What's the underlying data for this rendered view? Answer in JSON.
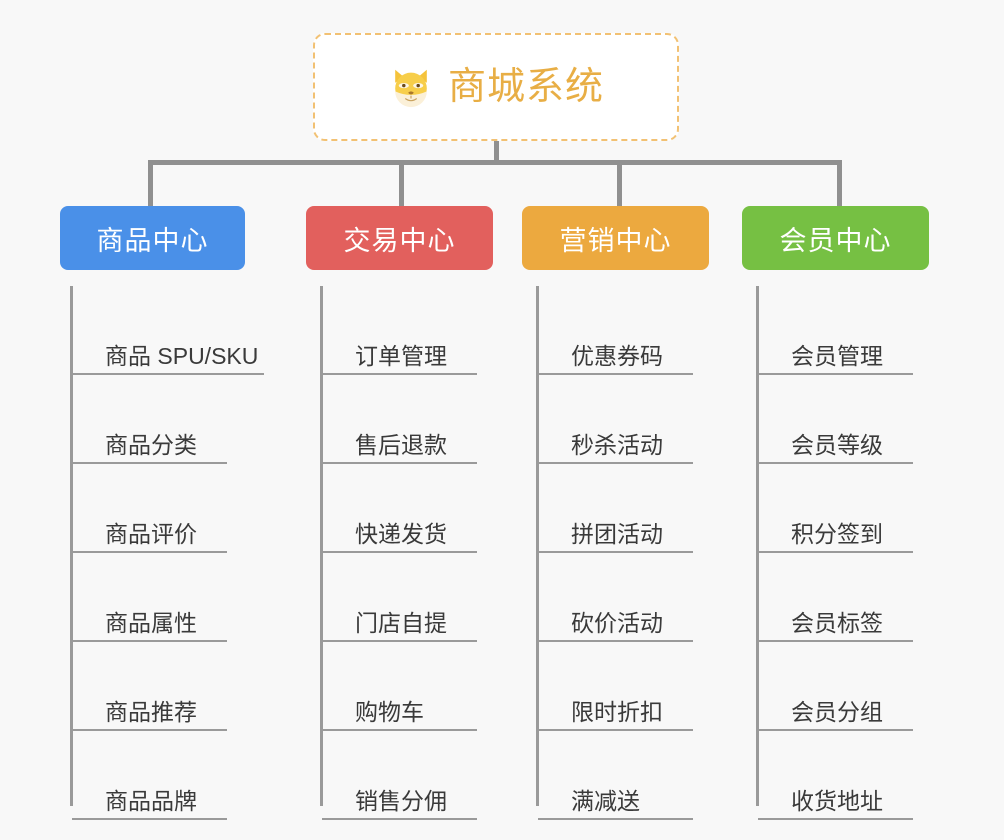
{
  "page": {
    "background_color": "#f8f8f8",
    "title": "商城系统"
  },
  "root": {
    "icon": "shiba-dog-face-icon",
    "title": "商城系统",
    "title_color": "#e8ae45",
    "border_color": "#f2c173",
    "background_color": "#ffffff"
  },
  "connector": {
    "color": "#909090"
  },
  "columns": [
    {
      "header": "商品中心",
      "color": "#4a90e8",
      "items": [
        "商品 SPU/SKU",
        "商品分类",
        "商品评价",
        "商品属性",
        "商品推荐",
        "商品品牌"
      ]
    },
    {
      "header": "交易中心",
      "color": "#e2605d",
      "items": [
        "订单管理",
        "售后退款",
        "快递发货",
        "门店自提",
        "购物车",
        "销售分佣"
      ]
    },
    {
      "header": "营销中心",
      "color": "#eca93f",
      "items": [
        "优惠券码",
        "秒杀活动",
        "拼团活动",
        "砍价活动",
        "限时折扣",
        "满减送"
      ]
    },
    {
      "header": "会员中心",
      "color": "#76c043",
      "items": [
        "会员管理",
        "会员等级",
        "积分签到",
        "会员标签",
        "会员分组",
        "收货地址"
      ]
    }
  ]
}
